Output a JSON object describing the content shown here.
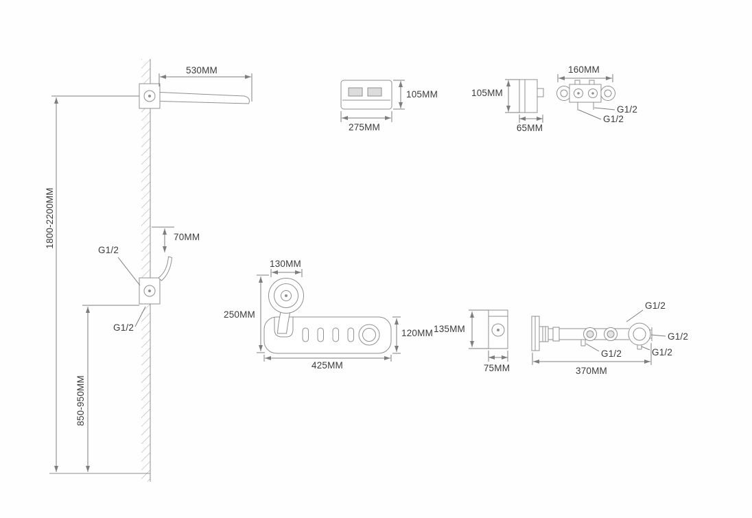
{
  "style": {
    "background": "#fefefe",
    "line_color": "#8f8f8f",
    "dimension_line_color": "#7d7d7d",
    "text_color": "#3b3b3b"
  },
  "labels": {
    "arm_length": "530MM",
    "install_height_range": "1800-2200MM",
    "valve_height_range": "850-950MM",
    "holder_offset": "70MM",
    "wall_upper_g12": "G1/2",
    "wall_lower_g12": "G1/2",
    "topview_width": "275MM",
    "topview_depth": "105MM",
    "sideview_height": "105MM",
    "sideview_depth": "65MM",
    "valve_top_width": "160MM",
    "valve_top_g12_a": "G1/2",
    "valve_top_g12_b": "G1/2",
    "handshower_diameter": "130MM",
    "panel_total_height": "250MM",
    "panel_width": "425MM",
    "panel_height": "120MM",
    "panel_side_height": "135MM",
    "panel_side_depth": "75MM",
    "valve_bottom_width": "370MM",
    "valve_bottom_g12_top": "G1/2",
    "valve_bottom_g12_right": "G1/2",
    "valve_bottom_g12_left": "G1/2",
    "valve_bottom_g12_br": "G1/2"
  }
}
